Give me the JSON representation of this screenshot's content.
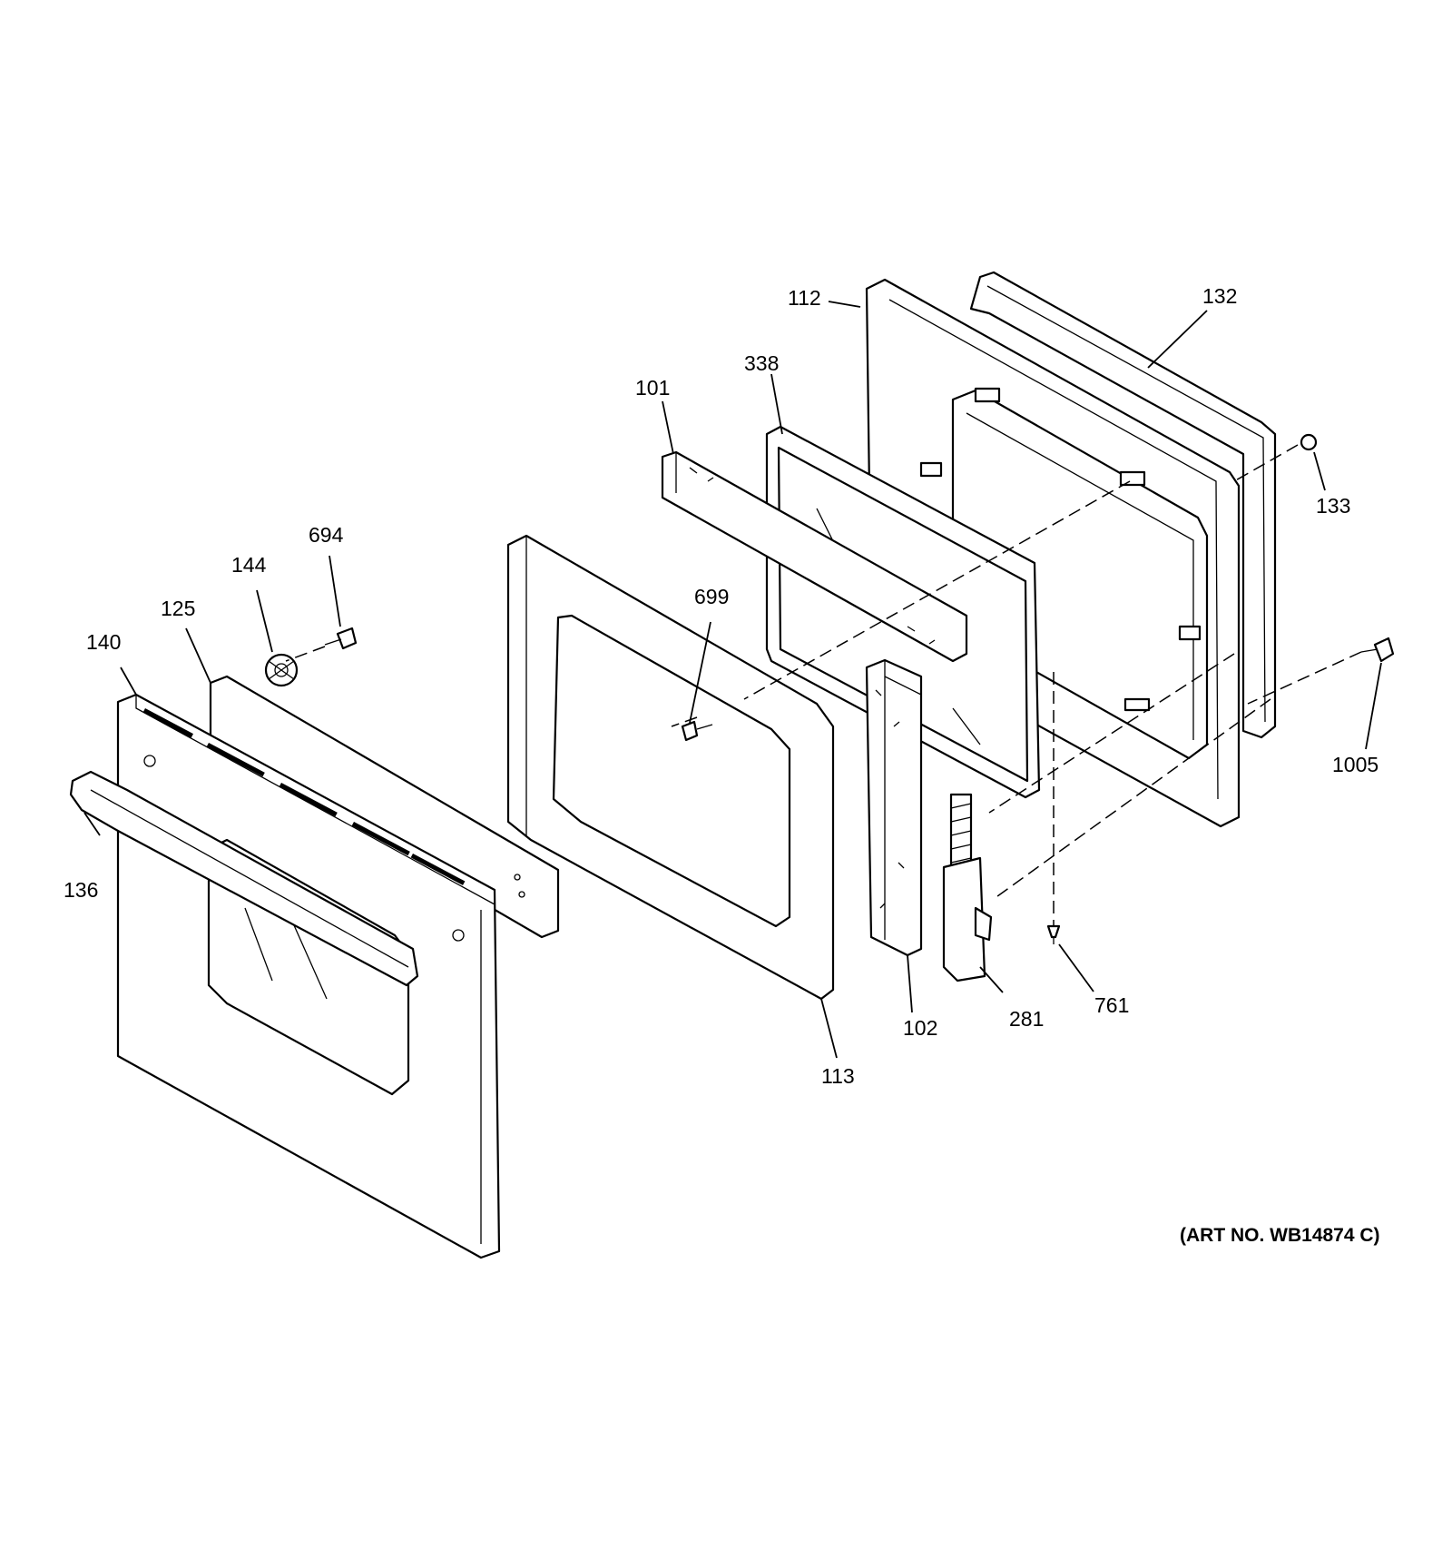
{
  "diagram": {
    "art_number": "(ART NO. WB14874 C)",
    "callouts": {
      "p112": "112",
      "p132": "132",
      "p338": "338",
      "p101": "101",
      "p133": "133",
      "p694": "694",
      "p144": "144",
      "p125": "125",
      "p699": "699",
      "p140": "140",
      "p1005": "1005",
      "p136": "136",
      "p102": "102",
      "p281": "281",
      "p761": "761",
      "p113": "113"
    }
  }
}
